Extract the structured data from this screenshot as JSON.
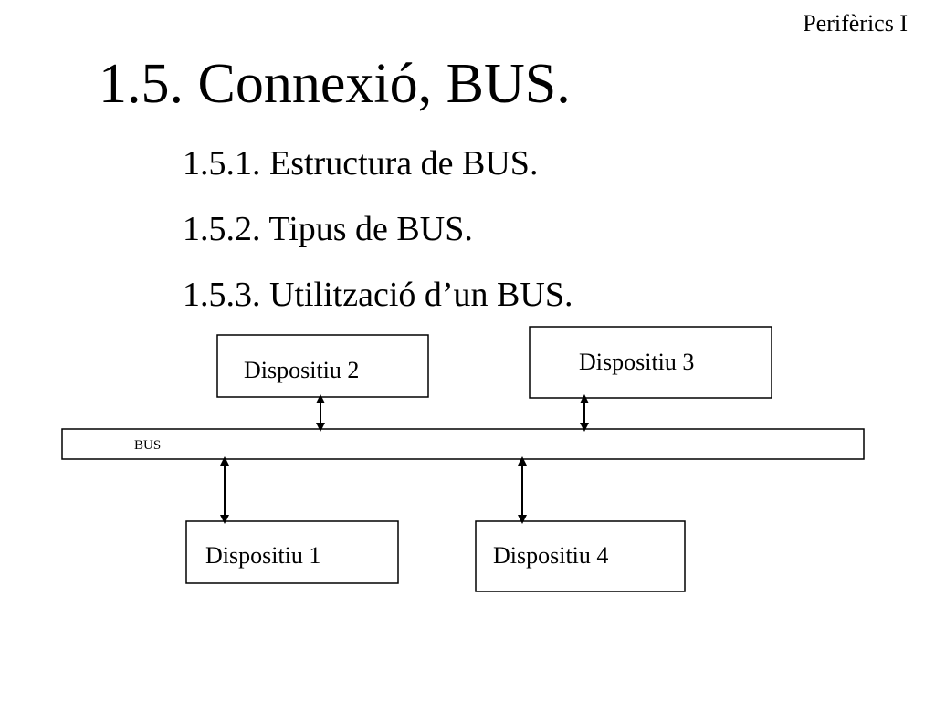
{
  "header": {
    "course": "Perifèrics I"
  },
  "slide": {
    "title": "1.5. Connexió, BUS.",
    "topics": [
      "1.5.1. Estructura de BUS.",
      "1.5.2. Tipus de BUS.",
      "1.5.3. Utilització d’un BUS."
    ]
  },
  "diagram": {
    "bus_label": "BUS",
    "devices": [
      "Dispositiu 1",
      "Dispositiu 2",
      "Dispositiu 3",
      "Dispositiu 4"
    ]
  },
  "colors": {
    "stroke": "#000000",
    "background": "#ffffff"
  }
}
